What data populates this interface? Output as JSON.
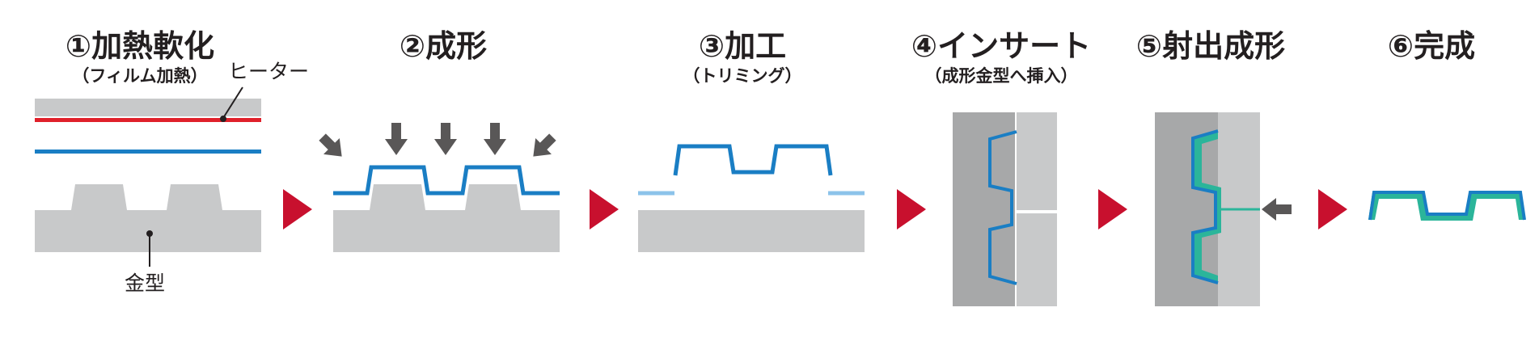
{
  "steps": [
    {
      "title": "①加熱軟化",
      "subtitle": "（フィルム加熱）"
    },
    {
      "title": "②成形",
      "subtitle": ""
    },
    {
      "title": "③加工",
      "subtitle": "（トリミング）"
    },
    {
      "title": "④インサート",
      "subtitle": "（成形金型へ挿入）"
    },
    {
      "title": "⑤射出成形",
      "subtitle": ""
    },
    {
      "title": "⑥完成",
      "subtitle": ""
    }
  ],
  "labels": {
    "heater": "ヒーター",
    "mold": "金型"
  },
  "colors": {
    "film": "#1a7ec4",
    "heater": "#e0202a",
    "arrow": "#c8102e",
    "mold_light": "#c8c9ca",
    "mold_dark": "#a7a8a9",
    "resin": "#2bb59a",
    "trim": "#8cc3ea",
    "push": "#595757",
    "text": "#231f20"
  }
}
